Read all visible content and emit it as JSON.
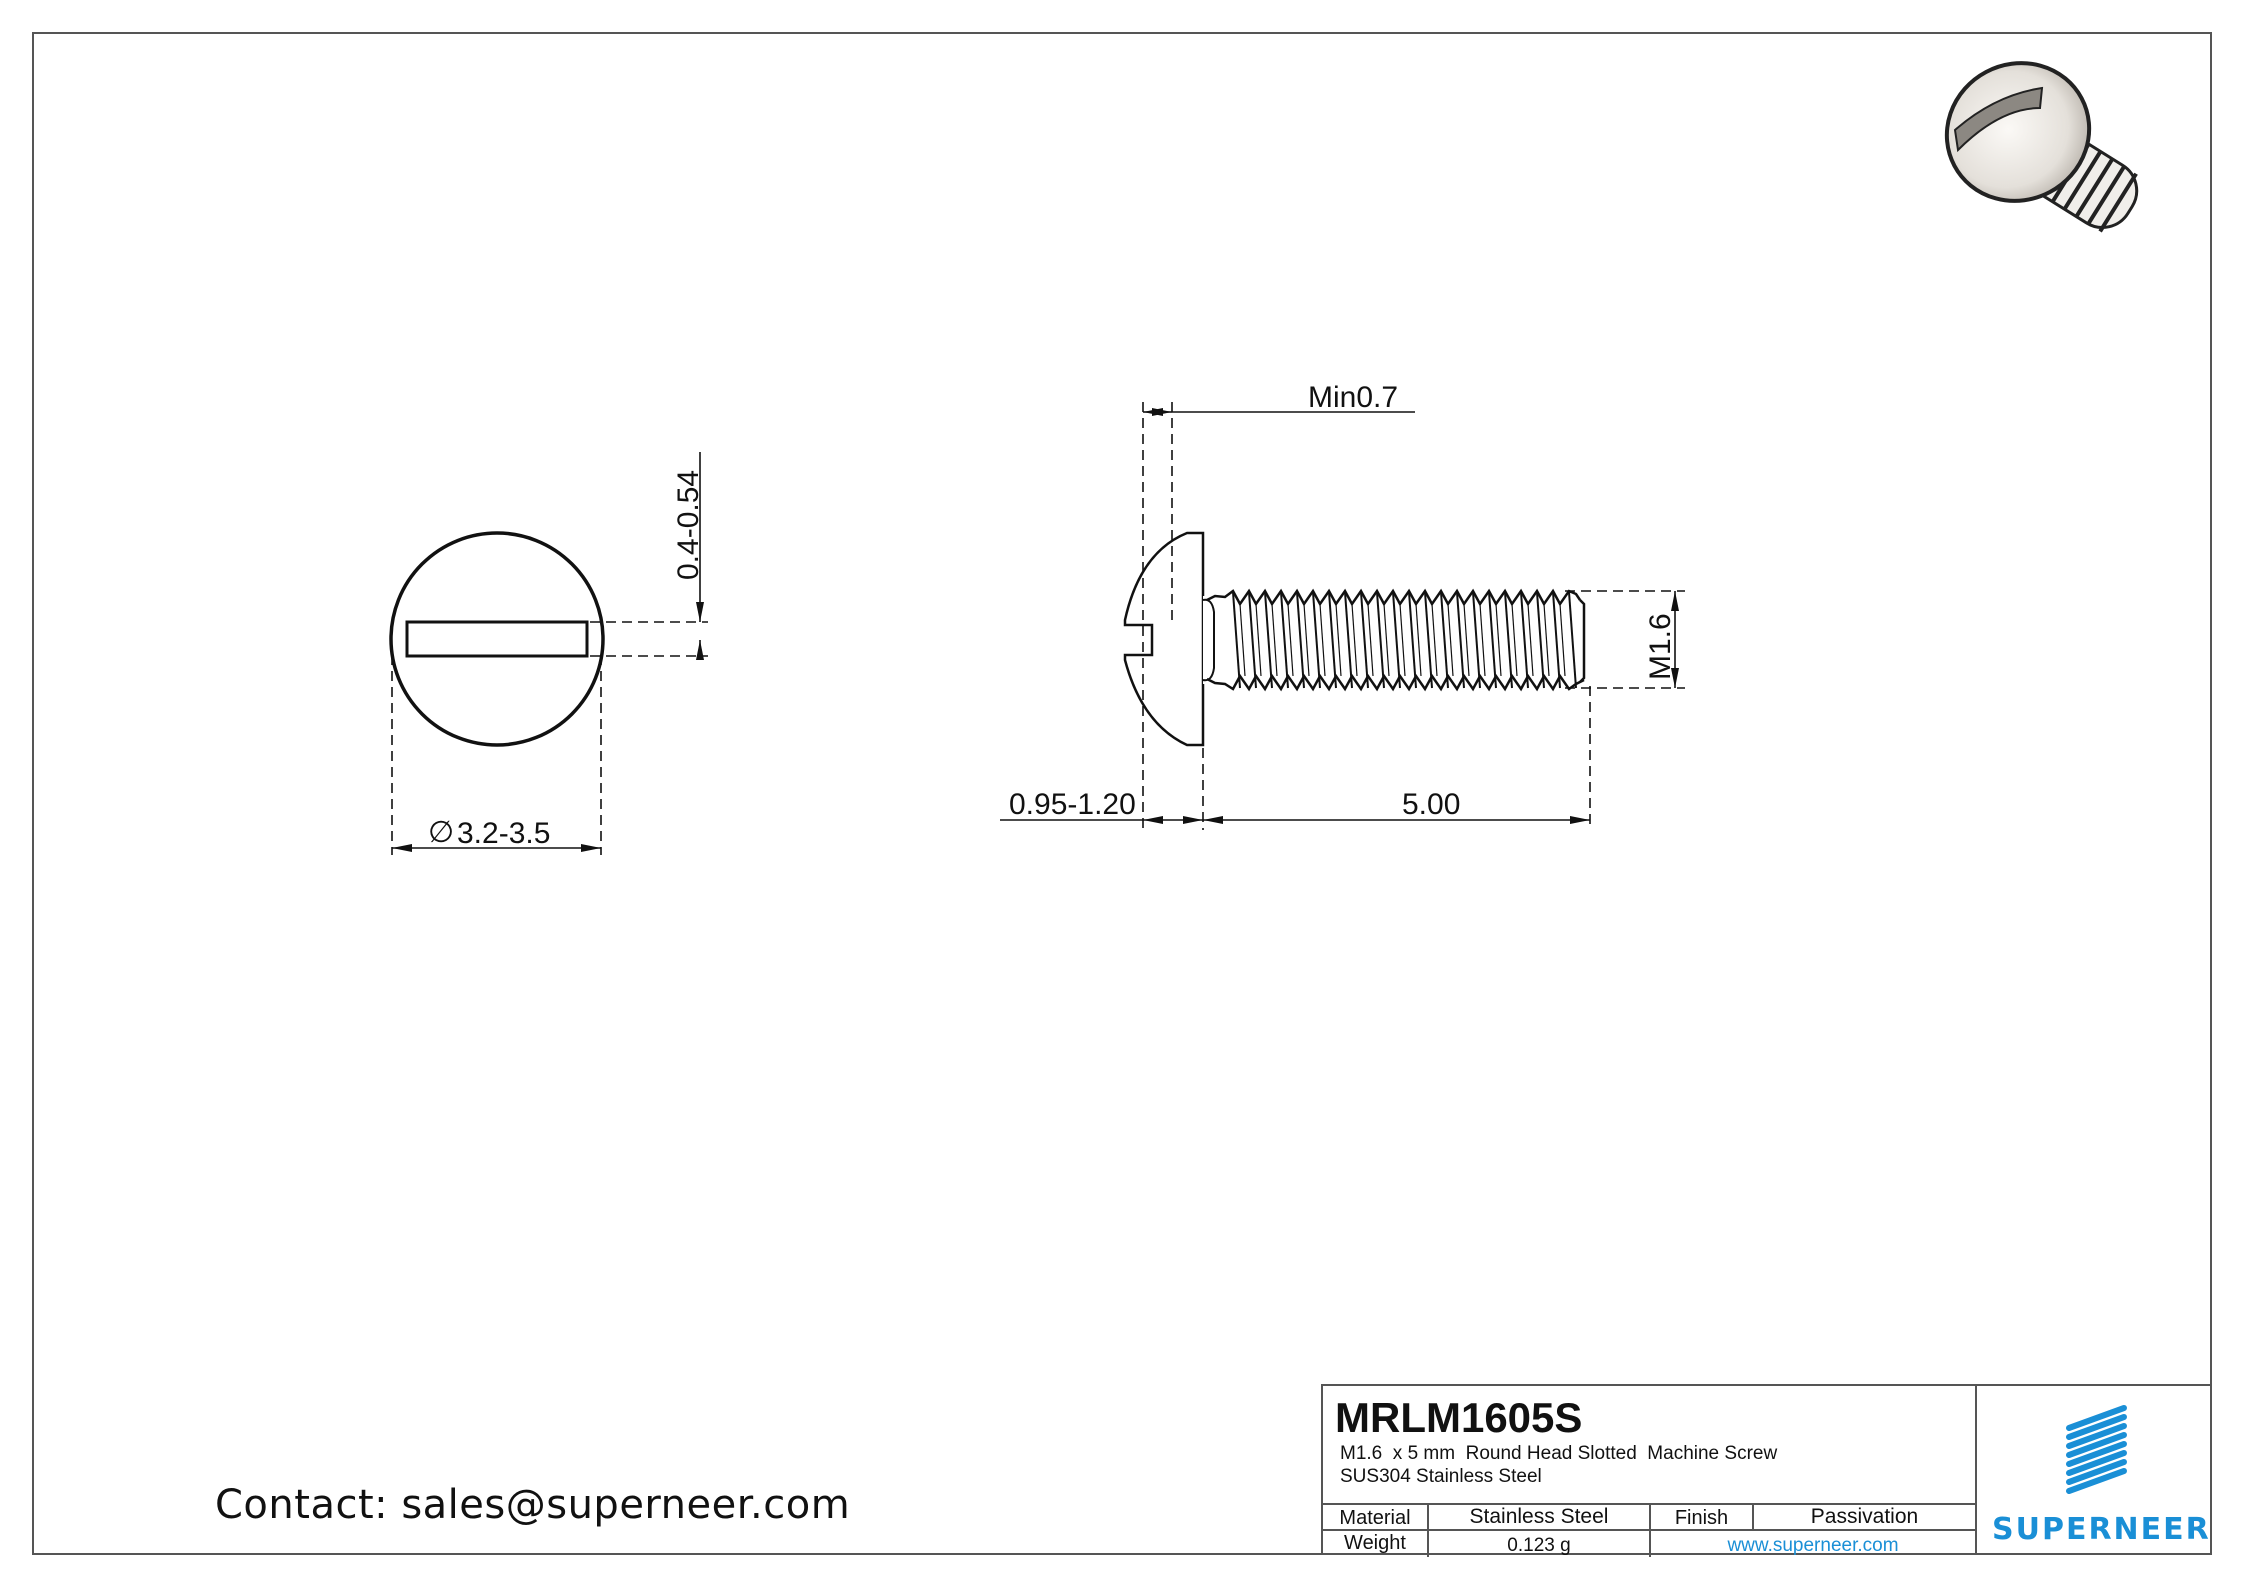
{
  "drawing": {
    "front_view": {
      "slot_width_dim": "0.4-0.54",
      "head_diameter_dim": "3.2-3.5",
      "diameter_symbol": "∅"
    },
    "side_view": {
      "slot_depth_dim": "Min0.7",
      "head_height_dim": "0.95-1.20",
      "length_dim": "5.00",
      "thread_dim": "M1.6"
    },
    "iso_view": {
      "label": "3d-screw-render"
    }
  },
  "contact": "Contact: sales@superneer.com",
  "title_block": {
    "part_number": "MRLM1605S",
    "description_line1": "M1.6  x 5 mm  Round Head Slotted  Machine Screw",
    "description_line2": "SUS304 Stainless Steel",
    "material_label": "Material",
    "material_value": "Stainless Steel",
    "finish_label": "Finish",
    "finish_value": "Passivation",
    "weight_label": "Weight",
    "weight_value": "0.123 g",
    "website": "www.superneer.com",
    "logo_text": "SUPERNEER",
    "brand_color": "#1a8fd6"
  }
}
